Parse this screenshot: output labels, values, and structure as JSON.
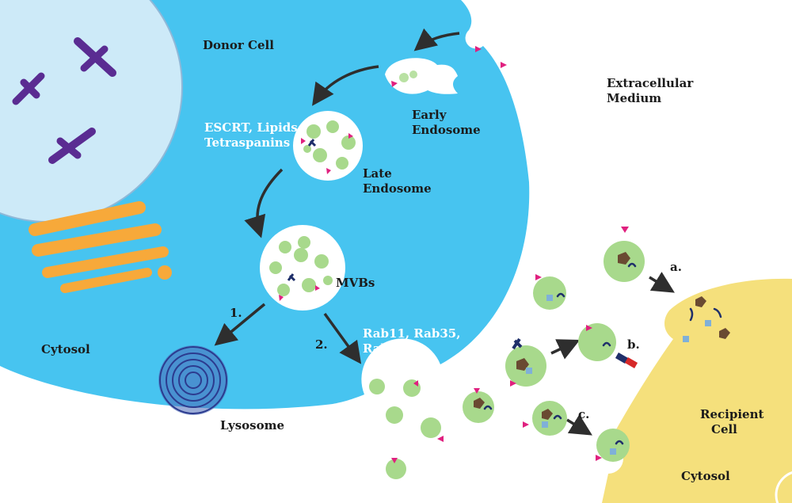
{
  "labels": {
    "donor_cell": "Donor Cell",
    "extracellular": [
      "Extracellular",
      "Medium"
    ],
    "early_endosome": [
      "Early",
      "Endosome"
    ],
    "escrt": [
      "ESCRT, Lipids",
      "Tetraspanins"
    ],
    "late_endosome": [
      "Late",
      "Endosome"
    ],
    "mvbs": "MVBs",
    "step1": "1.",
    "step2": "2.",
    "rabs": [
      "Rab11, Rab35,",
      "Rab27"
    ],
    "cytosol_left": "Cytosol",
    "lysosome": "Lysosome",
    "route_a": "a.",
    "route_b": "b.",
    "route_c": "c.",
    "recipient": [
      "Recipient",
      "Cell"
    ],
    "cytosol_right": "Cytosol"
  },
  "colors": {
    "donor_cell": "#47c4f0",
    "nucleus": "#cdeaf8",
    "recipient_cell": "#f5e07c",
    "golgi": "#f7a93a",
    "chromosome": "#5a2c92",
    "vesicle": "#a8d98c",
    "marker": "#e0207f",
    "lysosome": "#2c3b8f",
    "arrow": "#2e2e2e"
  }
}
